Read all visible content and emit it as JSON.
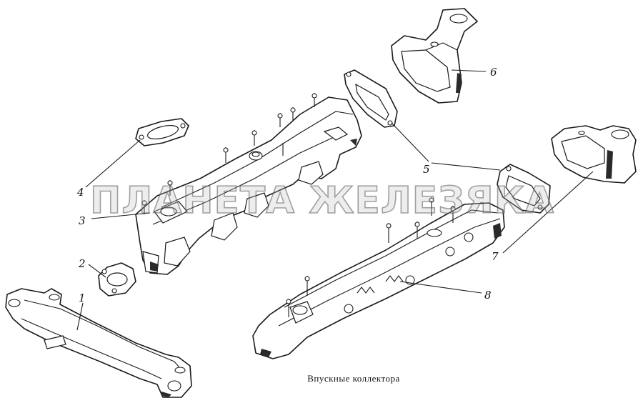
{
  "caption": "Впускные коллектора",
  "watermark": "ПЛАНЕТА ЖЕЛЕЗЯКА",
  "callouts": [
    {
      "id": "1",
      "label": "1"
    },
    {
      "id": "2",
      "label": "2"
    },
    {
      "id": "3",
      "label": "3"
    },
    {
      "id": "4",
      "label": "4"
    },
    {
      "id": "5",
      "label": "5"
    },
    {
      "id": "6",
      "label": "6"
    },
    {
      "id": "7",
      "label": "7"
    },
    {
      "id": "8",
      "label": "8"
    }
  ]
}
